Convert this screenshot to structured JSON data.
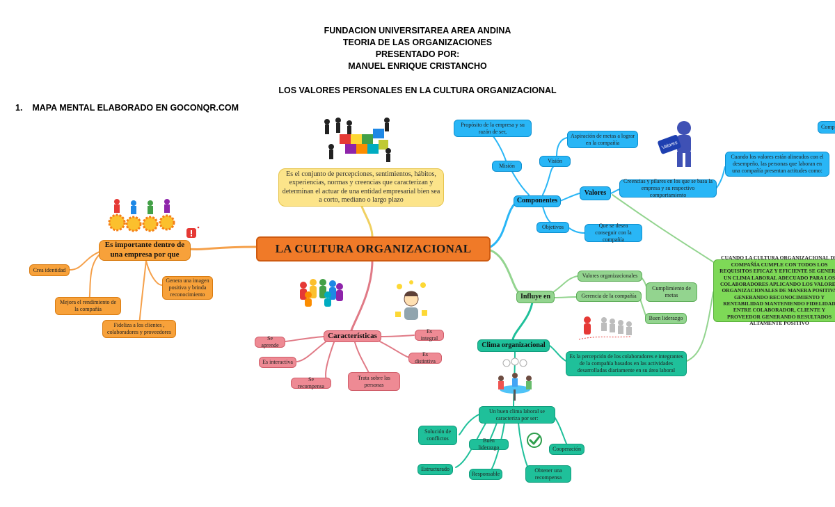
{
  "header": {
    "line1": "FUNDACION UNIVERSITAREA AREA ANDINA",
    "line2": "TEORIA DE LAS ORGANIZACIONES",
    "line3": "PRESENTADO POR:",
    "line4": "MANUEL ENRIQUE CRISTANCHO",
    "subtitle": "LOS VALORES PERSONALES EN LA CULTURA ORGANIZACIONAL",
    "section": "1.    MAPA MENTAL ELABORADO EN GOCONQR.COM"
  },
  "map": {
    "central": "LA CULTURA ORGANIZACIONAL",
    "definition": "Es el conjunto de percepciones, sentimientos, hábitos, experiencias, normas y creencias que caracterizan y determinan el actuar de una entidad empresarial bien sea a corto, mediano o largo plazo",
    "importante": {
      "title": "Es importante dentro de una empresa por que",
      "items": [
        "Crea identidad",
        "Mejora el rendimiento de la compañía",
        "Fideliza a los clientes , colaboradores y proveedores",
        "Genera una imagen positiva y brinda reconocimiento"
      ]
    },
    "caracteristicas": {
      "title": "Características",
      "items": [
        "Se aprende",
        "Es interactiva",
        "Se recompensa",
        "Trata sobre las personas",
        "Es integral",
        "Es distintiva"
      ]
    },
    "componentes": {
      "title": "Componentes",
      "mision": "Misión",
      "mision_desc": "Propósito de la empresa y su razón de ser,",
      "vision": "Visión",
      "vision_desc": "Aspiración de metas a lograr en la compañía",
      "valores": "Valores",
      "valores_desc": "Creencias y pilares en los que se basa la empresa y su respectivo comportamiento",
      "valores_aligned": "Cuando los valores están alineados con el desempeño, las personas que laboran en una compañía presentan actitudes como:",
      "comp_cut": "Comp",
      "objetivos": "Objetivos",
      "objetivos_desc": "Que se desea conseguir con la compañía",
      "valores_figure_text": "Valores"
    },
    "influye": {
      "title": "Influye en",
      "items": [
        "Valores organizacionales",
        "Gerencia de la compañía"
      ],
      "cumplimiento": "Cumplimiento de metas",
      "liderazgo": "Buen liderazgo"
    },
    "conclusion": "CUANDO LA CULTURA ORGANIZACIONAL DE COMPAÑÍA CUMPLE CON TODOS LOS REQUISITOS EFICAZ Y EFICIENTE SE GENERA UN CLIMA LABORAL ADECUADO PARA LOS COLABORADORES APLICANDO LOS VALORES ORGANIZACIONALES DE MANERA POSITIVA GENERANDO RECONOCIMIENTO Y RENTABILIDAD MANTENIENDO FIDELIDAD ENTRE COLABORADOR, CLIENTE Y PROVEEDOR GENERANDO RESULTADOS ALTAMENTE POSITIVO",
    "clima": {
      "title": "Clima organizacional",
      "desc": "Es la percepción de los colaboradores e integrantes de la compañía basados en las actividades desarrolladas diariamente en su área laboral",
      "buen_clima": "Un buen clima laboral se caracteriza por ser:",
      "items": [
        "Solución de conflictos",
        "Buen liderazgo",
        "Cooperación",
        "Estructurado",
        "Responsable",
        "Obtener una recompensa"
      ]
    }
  },
  "colors": {
    "orange": "#f07a28",
    "blue": "#29b6f6",
    "green": "#93d48f",
    "teal": "#1fc09a",
    "pink": "#ee8a94",
    "yellow": "#fce48a",
    "bright_green": "#7ed957"
  }
}
